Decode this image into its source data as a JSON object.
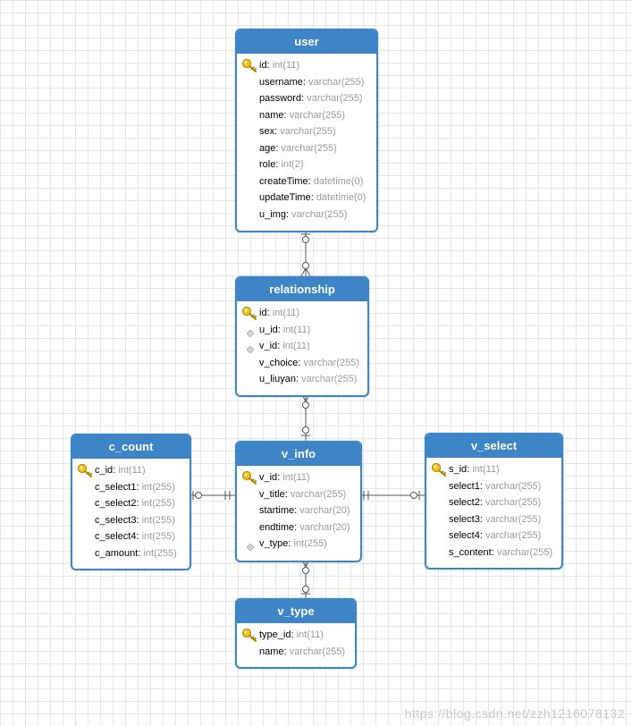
{
  "tables": {
    "user": {
      "title": "user",
      "fields": [
        {
          "name": "id",
          "type": "int(11)",
          "key": "pk"
        },
        {
          "name": "username",
          "type": "varchar(255)",
          "key": ""
        },
        {
          "name": "password",
          "type": "varchar(255)",
          "key": ""
        },
        {
          "name": "name",
          "type": "varchar(255)",
          "key": ""
        },
        {
          "name": "sex",
          "type": "varchar(255)",
          "key": ""
        },
        {
          "name": "age",
          "type": "varchar(255)",
          "key": ""
        },
        {
          "name": "role",
          "type": "int(2)",
          "key": ""
        },
        {
          "name": "createTime",
          "type": "datetime(0)",
          "key": ""
        },
        {
          "name": "updateTime",
          "type": "datetime(0)",
          "key": ""
        },
        {
          "name": "u_img",
          "type": "varchar(255)",
          "key": ""
        }
      ]
    },
    "relationship": {
      "title": "relationship",
      "fields": [
        {
          "name": "id",
          "type": "int(11)",
          "key": "pk"
        },
        {
          "name": "u_id",
          "type": "int(11)",
          "key": "fk"
        },
        {
          "name": "v_id",
          "type": "int(11)",
          "key": "fk"
        },
        {
          "name": "v_choice",
          "type": "varchar(255)",
          "key": ""
        },
        {
          "name": "u_liuyan",
          "type": "varchar(255)",
          "key": ""
        }
      ]
    },
    "c_count": {
      "title": "c_count",
      "fields": [
        {
          "name": "c_id",
          "type": "int(11)",
          "key": "pk"
        },
        {
          "name": "c_select1",
          "type": "int(255)",
          "key": ""
        },
        {
          "name": "c_select2",
          "type": "int(255)",
          "key": ""
        },
        {
          "name": "c_select3",
          "type": "int(255)",
          "key": ""
        },
        {
          "name": "c_select4",
          "type": "int(255)",
          "key": ""
        },
        {
          "name": "c_amount",
          "type": "int(255)",
          "key": ""
        }
      ]
    },
    "v_info": {
      "title": "v_info",
      "fields": [
        {
          "name": "v_id",
          "type": "int(11)",
          "key": "pk"
        },
        {
          "name": "v_title",
          "type": "varchar(255)",
          "key": ""
        },
        {
          "name": "startime",
          "type": "varchar(20)",
          "key": ""
        },
        {
          "name": "endtime",
          "type": "varchar(20)",
          "key": ""
        },
        {
          "name": "v_type",
          "type": "int(255)",
          "key": "fk"
        }
      ]
    },
    "v_select": {
      "title": "v_select",
      "fields": [
        {
          "name": "s_id",
          "type": "int(11)",
          "key": "pk"
        },
        {
          "name": "select1",
          "type": "varchar(255)",
          "key": ""
        },
        {
          "name": "select2",
          "type": "varchar(255)",
          "key": ""
        },
        {
          "name": "select3",
          "type": "varchar(255)",
          "key": ""
        },
        {
          "name": "select4",
          "type": "varchar(255)",
          "key": ""
        },
        {
          "name": "s_content",
          "type": "varchar(255)",
          "key": ""
        }
      ]
    },
    "v_type": {
      "title": "v_type",
      "fields": [
        {
          "name": "type_id",
          "type": "int(11)",
          "key": "pk"
        },
        {
          "name": "name",
          "type": "varchar(255)",
          "key": ""
        }
      ]
    }
  },
  "relations": [
    {
      "from": "user",
      "to": "relationship",
      "from_end": "one-or-zero",
      "to_end": "many-or-zero"
    },
    {
      "from": "relationship",
      "to": "v_info",
      "from_end": "many-or-zero",
      "to_end": "one-or-zero"
    },
    {
      "from": "c_count",
      "to": "v_info",
      "from_end": "one-or-zero",
      "to_end": "one-and-only-one"
    },
    {
      "from": "v_info",
      "to": "v_select",
      "from_end": "one-and-only-one",
      "to_end": "one-or-zero"
    },
    {
      "from": "v_info",
      "to": "v_type",
      "from_end": "many-or-zero",
      "to_end": "one-or-zero"
    }
  ],
  "colors": {
    "header": "#3d85c6",
    "key": "#e8b400",
    "fk": "#bdbdbd",
    "line": "#555555"
  },
  "icons": {
    "primary_key": "key-icon",
    "foreign_key": "diamond-icon"
  },
  "watermark": "https://blog.csdn.net/zzh1216078132"
}
